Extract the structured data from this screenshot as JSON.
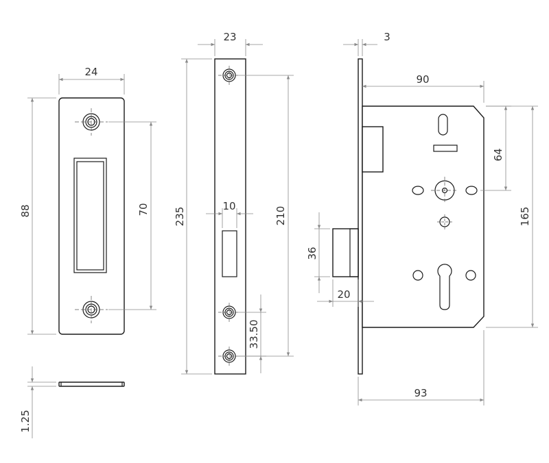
{
  "dimensions": {
    "strike_width": "24",
    "strike_height": "88",
    "strike_fixing_centres": "70",
    "strike_thickness": "1.25",
    "forend_width": "23",
    "forend_length": "235",
    "forend_fixing_centres": "210",
    "latch_window_width": "10",
    "fixing_to_fixing": "33.50",
    "forend_thickness": "3",
    "backset_case": "90",
    "follower_to_top": "64",
    "case_height": "165",
    "latch_projection": "36",
    "latch_width": "20",
    "overall_depth": "93"
  }
}
